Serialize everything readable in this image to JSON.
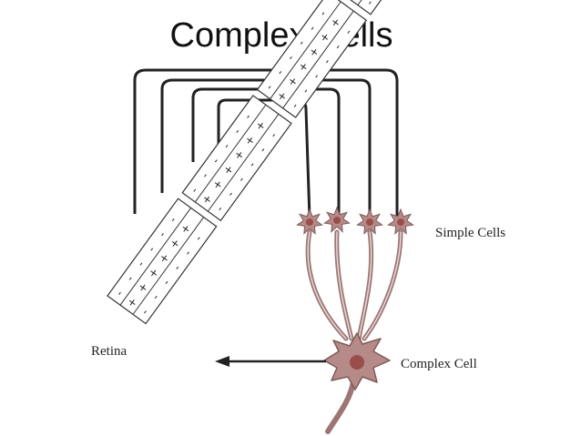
{
  "title": "Complex Cells",
  "labels": {
    "simple_cells": "Simple Cells",
    "complex_cell": "Complex Cell",
    "retina": "Retina"
  },
  "field_signs": {
    "excitatory": "+",
    "inhibitory": "-"
  },
  "colors": {
    "neuron_fill": "#b58a88",
    "neuron_stroke": "#7f5a58",
    "nucleus": "#9a4d4b",
    "wire": "#222222",
    "field_stroke": "#333333"
  }
}
